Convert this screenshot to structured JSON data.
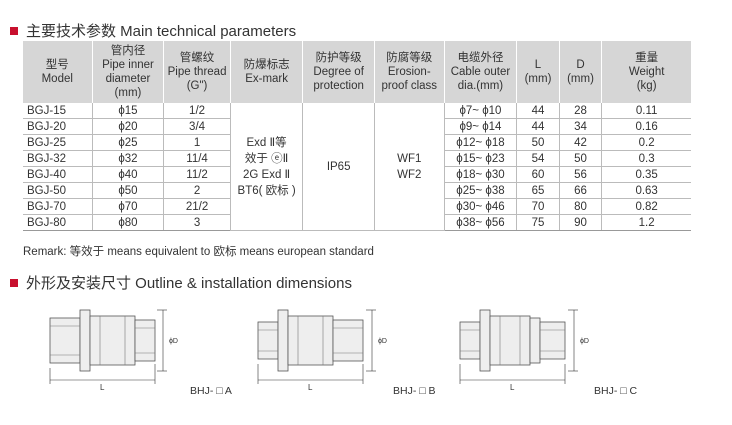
{
  "section1": {
    "title": "主要技术参数 Main technical parameters"
  },
  "table": {
    "headers": [
      [
        "型号",
        "Model"
      ],
      [
        "管内径",
        "Pipe inner",
        "diameter",
        "(mm)"
      ],
      [
        "管螺纹",
        "Pipe thread",
        "(G\")"
      ],
      [
        "防爆标志",
        "Ex-mark"
      ],
      [
        "防护等级",
        "Degree of",
        "protection"
      ],
      [
        "防腐等级",
        "Erosion-",
        "proof class"
      ],
      [
        "电缆外径",
        "Cable outer",
        "dia.(mm)"
      ],
      [
        "L",
        "(mm)"
      ],
      [
        "D",
        "(mm)"
      ],
      [
        "重量",
        "Weight",
        "(kg)"
      ]
    ],
    "rows": [
      {
        "model": "BGJ-15",
        "inner": "ϕ15",
        "thread": "1/2",
        "cable": "ϕ7~ ϕ10",
        "L": "44",
        "D": "28",
        "weight": "0.11"
      },
      {
        "model": "BGJ-20",
        "inner": "ϕ20",
        "thread": "3/4",
        "cable": "ϕ9~ ϕ14",
        "L": "44",
        "D": "34",
        "weight": "0.16"
      },
      {
        "model": "BGJ-25",
        "inner": "ϕ25",
        "thread": "1",
        "cable": "ϕ12~ ϕ18",
        "L": "50",
        "D": "42",
        "weight": "0.2"
      },
      {
        "model": "BGJ-32",
        "inner": "ϕ32",
        "thread": "11/4",
        "cable": "ϕ15~ ϕ23",
        "L": "54",
        "D": "50",
        "weight": "0.3"
      },
      {
        "model": "BGJ-40",
        "inner": "ϕ40",
        "thread": "11/2",
        "cable": "ϕ18~ ϕ30",
        "L": "60",
        "D": "56",
        "weight": "0.35"
      },
      {
        "model": "BGJ-50",
        "inner": "ϕ50",
        "thread": "2",
        "cable": "ϕ25~ ϕ38",
        "L": "65",
        "D": "66",
        "weight": "0.63"
      },
      {
        "model": "BGJ-70",
        "inner": "ϕ70",
        "thread": "21/2",
        "cable": "ϕ30~ ϕ46",
        "L": "70",
        "D": "80",
        "weight": "0.82"
      },
      {
        "model": "BGJ-80",
        "inner": "ϕ80",
        "thread": "3",
        "cable": "ϕ38~ ϕ56",
        "L": "75",
        "D": "90",
        "weight": "1.2"
      }
    ],
    "exmark": [
      "Exd Ⅱ等",
      "效于 ⓔⅡ",
      "2G Exd Ⅱ",
      "BT6( 欧标 )"
    ],
    "protection": "IP65",
    "erosion": [
      "WF1",
      "WF2"
    ]
  },
  "remark": "Remark: 等效于 means equivalent to   欧标 means european standard",
  "section2": {
    "title": "外形及安装尺寸 Outline & installation dimensions"
  },
  "drawings": [
    {
      "label": "BHJ- □ A",
      "dim_d": "ϕD",
      "dim_l": "L"
    },
    {
      "label": "BHJ- □ B",
      "dim_d": "ϕD",
      "dim_l": "L"
    },
    {
      "label": "BHJ- □ C",
      "dim_d": "ϕD",
      "dim_l": "L"
    }
  ],
  "colors": {
    "accent": "#c8102e",
    "header_bg": "#d6d6d6"
  }
}
